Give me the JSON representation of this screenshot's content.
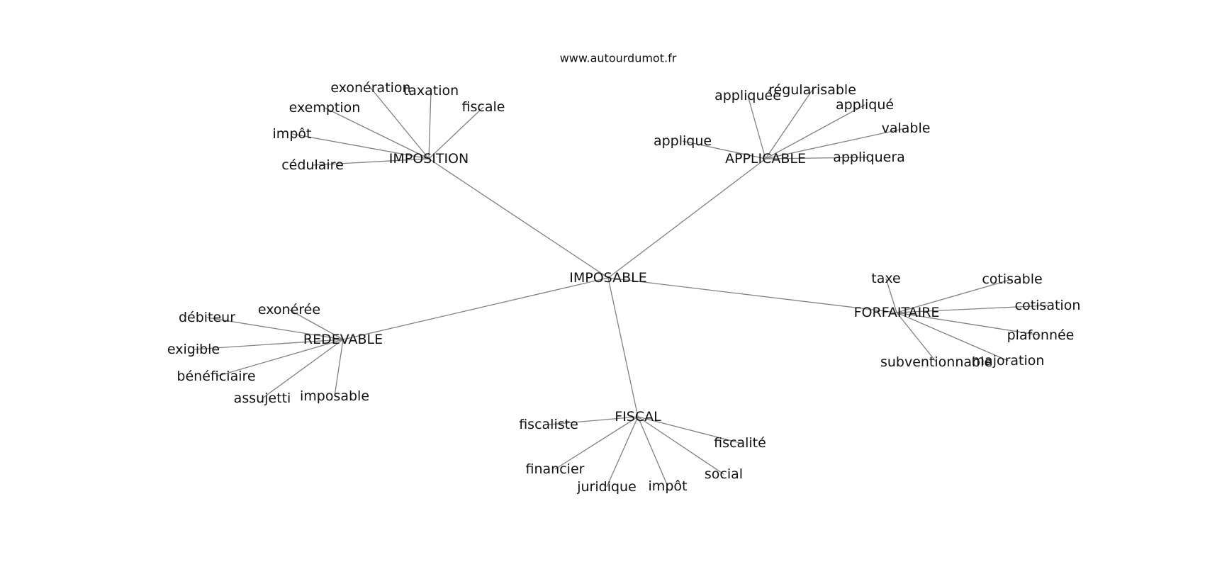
{
  "source_text": "www.autourdumot.fr",
  "center": "IMPOSABLE",
  "hubs": [
    {
      "id": "imposition",
      "label": "IMPOSITION",
      "words": [
        "exonération",
        "taxation",
        "exemption",
        "fiscale",
        "impôt",
        "cédulaire"
      ]
    },
    {
      "id": "applicable",
      "label": "APPLICABLE",
      "words": [
        "appliquée",
        "régularisable",
        "appliqué",
        "applique",
        "valable",
        "appliquera"
      ]
    },
    {
      "id": "forfaitaire",
      "label": "FORFAITAIRE",
      "words": [
        "taxe",
        "cotisable",
        "cotisation",
        "plafonnée",
        "subventionnable",
        "majoration"
      ]
    },
    {
      "id": "fiscal",
      "label": "FISCAL",
      "words": [
        "fiscaliste",
        "fiscalité",
        "financier",
        "social",
        "juridique",
        "impôt"
      ]
    },
    {
      "id": "redevable",
      "label": "REDEVABLE",
      "words": [
        "exonérée",
        "débiteur",
        "exigible",
        "bénéficiaire",
        "assujetti",
        "imposable"
      ]
    }
  ],
  "colors": {
    "edge": "#808080",
    "text": "#111111",
    "background": "#ffffff"
  }
}
